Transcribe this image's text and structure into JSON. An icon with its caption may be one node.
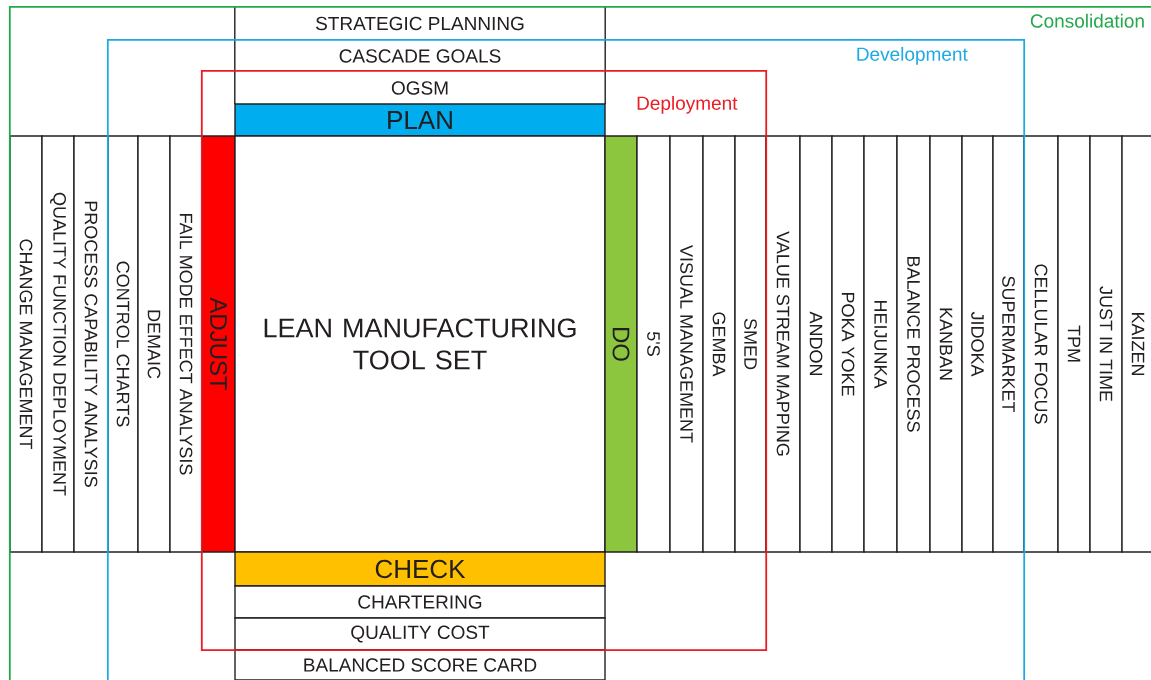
{
  "diagram": {
    "nodes": [
      {
        "text": [
          "Consolidation"
        ]
      },
      {
        "text": [
          "Development"
        ],
        "in": 0
      },
      {
        "text": [
          "Deployment"
        ],
        "in": 1
      },
      {
        "text": [
          "STRATEGIC PLANNING"
        ],
        "in": 0
      },
      {
        "text": [
          "CASCADE GOALS"
        ],
        "in": 1
      },
      {
        "text": [
          "OGSM"
        ],
        "in": 2
      },
      {
        "text": [
          "PLAN"
        ],
        "in": 2
      },
      {
        "text": [
          "CHANGE MANAGEMENT"
        ],
        "in": 0
      },
      {
        "text": [
          "QUALITY FUNCTION DEPLOYMENT"
        ],
        "in": 0
      },
      {
        "text": [
          "PROCESS CAPABILITY ANALYSIS"
        ],
        "in": 0
      },
      {
        "text": [
          "CONTROL CHARTS"
        ],
        "in": 1
      },
      {
        "text": [
          "DEMAIC"
        ],
        "in": 1
      },
      {
        "text": [
          "FAIL MODE EFFECT ANALYSIS"
        ],
        "in": 1
      },
      {
        "text": [
          "ADJUST"
        ],
        "in": 2
      },
      {
        "text": [
          "LEAN MANUFACTURING TOOL SET"
        ],
        "in": 2
      },
      {
        "text": [
          "DO"
        ],
        "in": 2
      },
      {
        "text": [
          "5'S"
        ],
        "in": 2
      },
      {
        "text": [
          "VISUAL MANAGEMENT"
        ],
        "in": 2
      },
      {
        "text": [
          "GEMBA"
        ],
        "in": 2
      },
      {
        "text": [
          "SMED"
        ],
        "in": 2
      },
      {
        "text": [
          "VALUE STREAM MAPPING"
        ],
        "in": 1
      },
      {
        "text": [
          "ANDON"
        ],
        "in": 1
      },
      {
        "text": [
          "POKA YOKE"
        ],
        "in": 1
      },
      {
        "text": [
          "HEIJUNKA"
        ],
        "in": 1
      },
      {
        "text": [
          "BALANCE PROCESS"
        ],
        "in": 1
      },
      {
        "text": [
          "KANBAN"
        ],
        "in": 1
      },
      {
        "text": [
          "JIDOKA"
        ],
        "in": 1
      },
      {
        "text": [
          "SUPERMARKET"
        ],
        "in": 1
      },
      {
        "text": [
          "CELLULAR FOCUS"
        ],
        "in": 0
      },
      {
        "text": [
          "TPM"
        ],
        "in": 0
      },
      {
        "text": [
          "JUST IN TIME"
        ],
        "in": 0
      },
      {
        "text": [
          "KAIZEN"
        ],
        "in": 0
      },
      {
        "text": [
          "CHECK"
        ],
        "in": 2
      },
      {
        "text": [
          "CHARTERING"
        ],
        "in": 2
      },
      {
        "text": [
          "QUALITY COST"
        ],
        "in": 2
      },
      {
        "text": [
          "BALANCED SCORE CARD"
        ],
        "in": 1
      }
    ]
  }
}
